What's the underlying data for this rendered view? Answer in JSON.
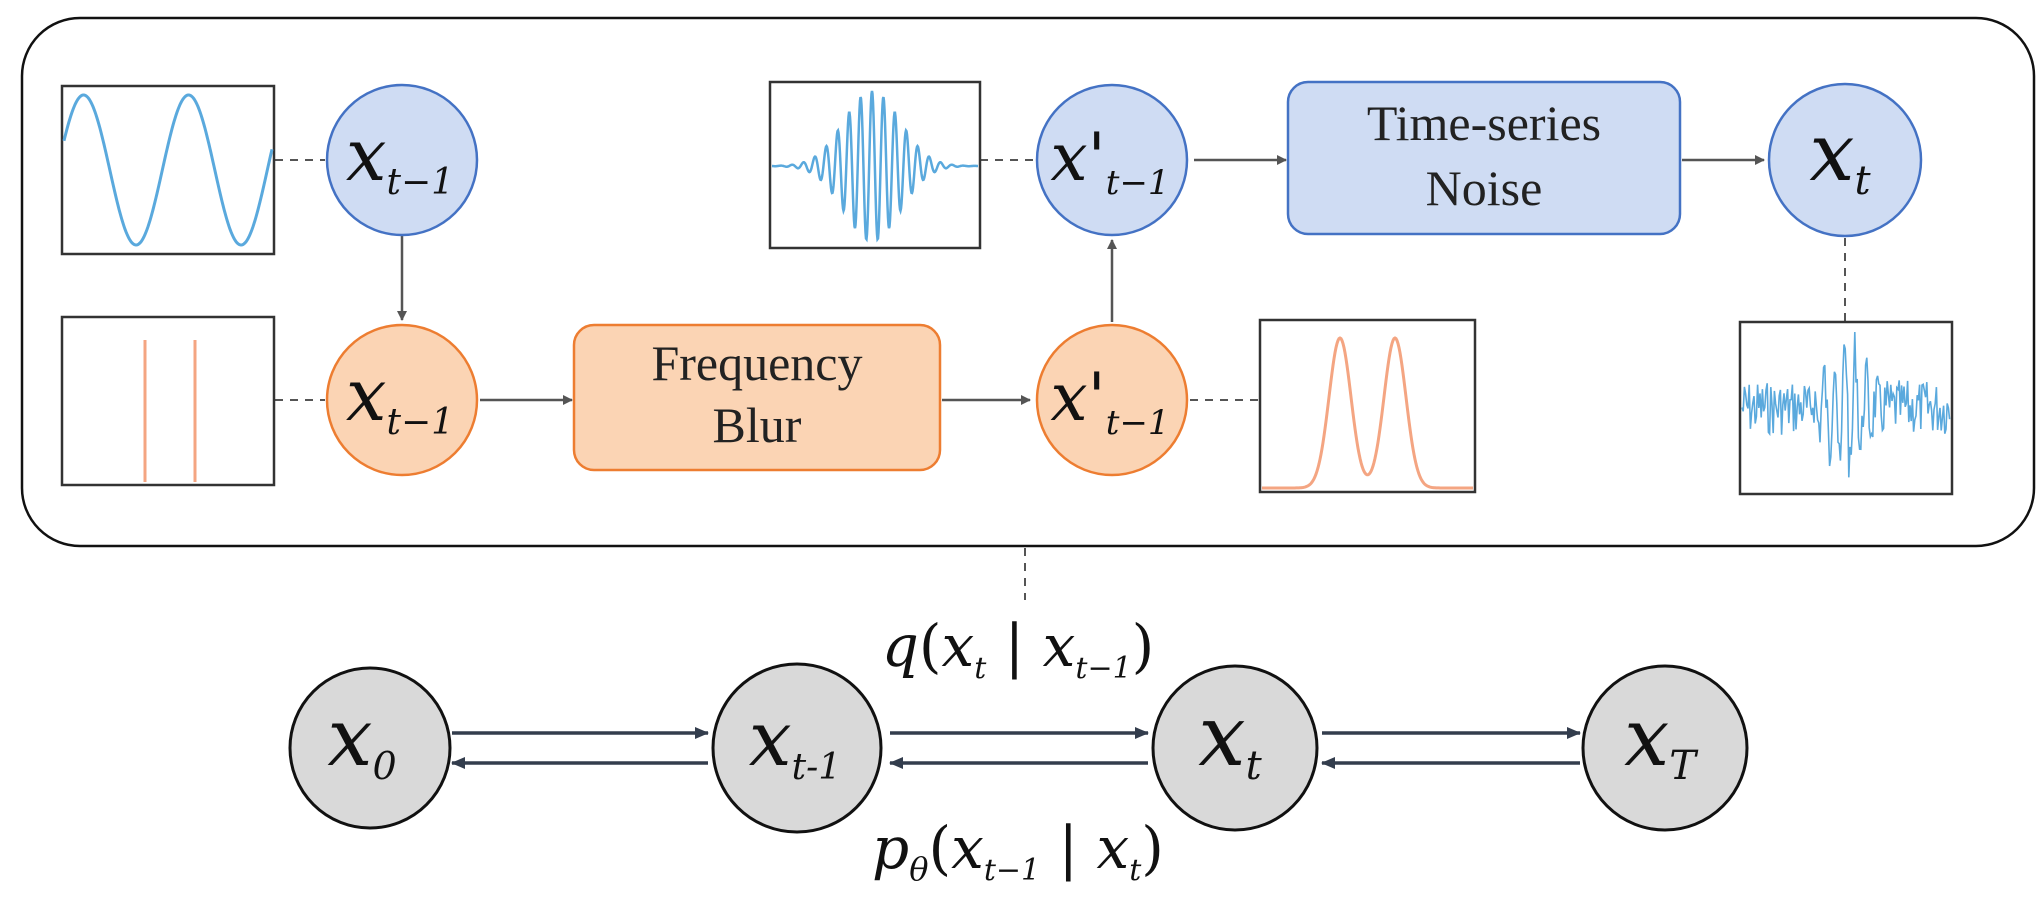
{
  "colors": {
    "blue_fill": "#cfdcf3",
    "blue_stroke": "#4472c4",
    "orange_fill": "#fbd4b4",
    "orange_stroke": "#ed7d31",
    "gray_fill": "#d9d9d9",
    "wave_blue": "#5aa9dd",
    "wave_orange": "#f4a582",
    "arrow": "#555555",
    "chain_arrow": "#333d4d"
  },
  "top_nodes": {
    "x_prev_time": {
      "base": "x",
      "sub": "t−1"
    },
    "x_prev_freq": {
      "base": "x",
      "sub": "t−1"
    },
    "x_prime_freq": {
      "base": "x'",
      "sub": "t−1"
    },
    "x_prime_time": {
      "base": "x'",
      "sub": "t−1"
    },
    "x_t": {
      "base": "x",
      "sub": "t"
    }
  },
  "boxes": {
    "frequency_blur": {
      "line1": "Frequency",
      "line2": "Blur"
    },
    "time_series_noise": {
      "line1": "Time-series",
      "line2": "Noise"
    }
  },
  "chain": {
    "nodes": [
      {
        "base": "x",
        "sub": "0"
      },
      {
        "base": "x",
        "sub": "t-1"
      },
      {
        "base": "x",
        "sub": "t"
      },
      {
        "base": "x",
        "sub": "T"
      }
    ],
    "forward_label": {
      "fn": "q",
      "open": "(",
      "a": "x",
      "a_sub": "t",
      "bar": " | ",
      "b": "x",
      "b_sub": "t−1",
      "close": ")"
    },
    "reverse_label": {
      "fn": "p",
      "fn_sub": "θ",
      "open": "(",
      "a": "x",
      "a_sub": "t−1",
      "bar": " | ",
      "b": "x",
      "b_sub": "t",
      "close": ")"
    }
  }
}
